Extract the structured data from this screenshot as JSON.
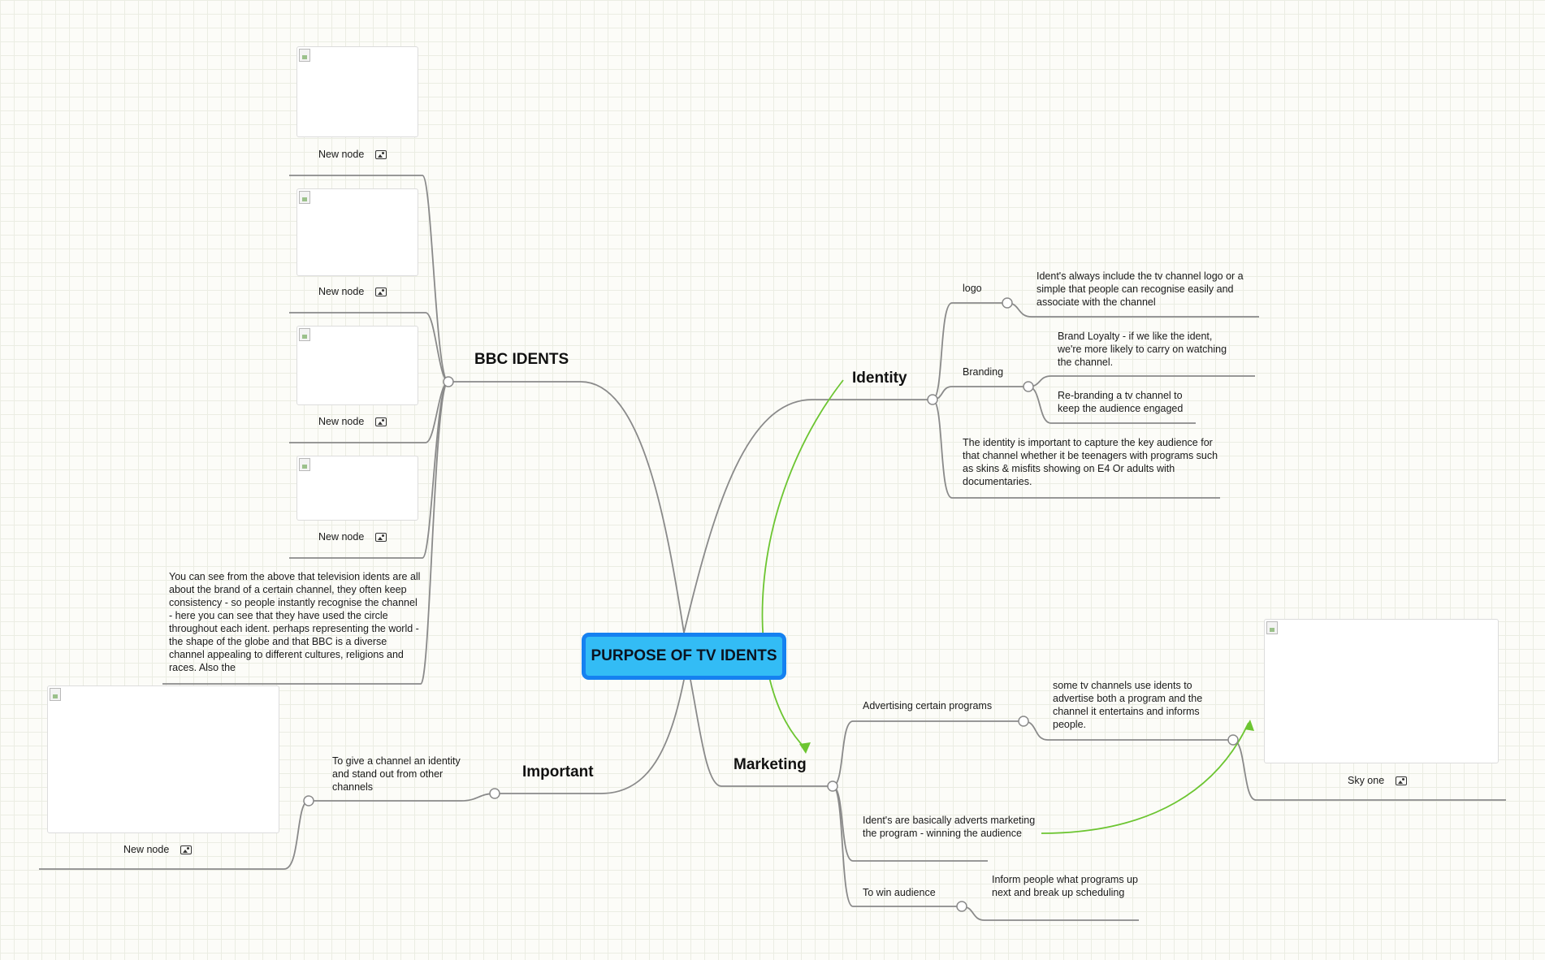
{
  "center": {
    "title": "PURPOSE OF TV IDENTS"
  },
  "branches": {
    "bbc_idents": {
      "label": "BBC IDENTS",
      "image_nodes": [
        {
          "caption": "New node"
        },
        {
          "caption": "New node"
        },
        {
          "caption": "New node"
        },
        {
          "caption": "New node"
        }
      ],
      "note": "You can see from the above that television idents are all about the brand of a certain channel, they often keep consistency - so people instantly recognise the channel - here you can see that they have used the circle throughout each ident. perhaps representing the world - the shape of the globe and that BBC is a diverse channel appealing to different cultures, religions and races. Also the"
    },
    "important": {
      "label": "Important",
      "child": "To give a channel an identity and stand out from other channels",
      "image_node": {
        "caption": "New node"
      }
    },
    "identity": {
      "label": "Identity",
      "logo": {
        "label": "logo",
        "detail": "Ident's always include the tv channel logo or a simple that people can recognise easily and associate with the channel"
      },
      "branding": {
        "label": "Branding",
        "details": [
          "Brand Loyalty - if we like the ident, we're more likely to carry on watching the channel.",
          "Re-branding a tv channel to keep the audience engaged"
        ]
      },
      "note": "The identity is important to capture the key audience for that channel whether it be teenagers with programs such as skins & misfits showing on E4 Or adults with documentaries."
    },
    "marketing": {
      "label": "Marketing",
      "advertising": {
        "label": "Advertising certain programs",
        "detail": "some tv channels use idents to advertise both a program and the channel it entertains and informs people.",
        "image_node": {
          "caption": "Sky one"
        }
      },
      "adverts_note": "Ident's are basically adverts marketing the program - winning the audience",
      "win_audience": {
        "label": "To win audience",
        "detail": "Inform people what programs up next and break up scheduling"
      }
    }
  },
  "colors": {
    "connector": "#8a8a8a",
    "relationship": "#6cc531",
    "center_fill": "#33bcf5",
    "center_border": "#1581f0",
    "grid": "#ebede3"
  }
}
